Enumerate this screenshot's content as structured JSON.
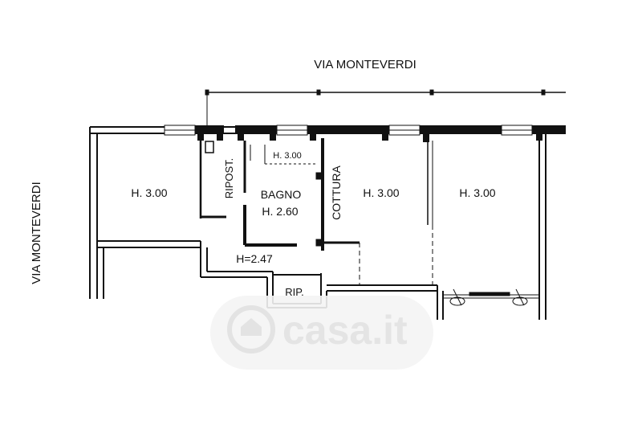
{
  "streets": {
    "top": "VIA MONTEVERDI",
    "left": "VIA MONTEVERDI"
  },
  "rooms": {
    "room_left": "H. 3.00",
    "ripostiglio": "RIPOST.",
    "bagno_name": "BAGNO",
    "bagno_height": "H. 2.60",
    "bagno_ceiling_note": "H. 3.00",
    "cottura": "COTTURA",
    "room_center": "H. 3.00",
    "room_right": "H. 3.00",
    "corridor": "H=2.47",
    "rip": "RIP."
  },
  "watermark": {
    "brand": "casa.it"
  },
  "colors": {
    "wall": "#111111",
    "background": "#ffffff",
    "watermark": "#e2e2e2"
  }
}
